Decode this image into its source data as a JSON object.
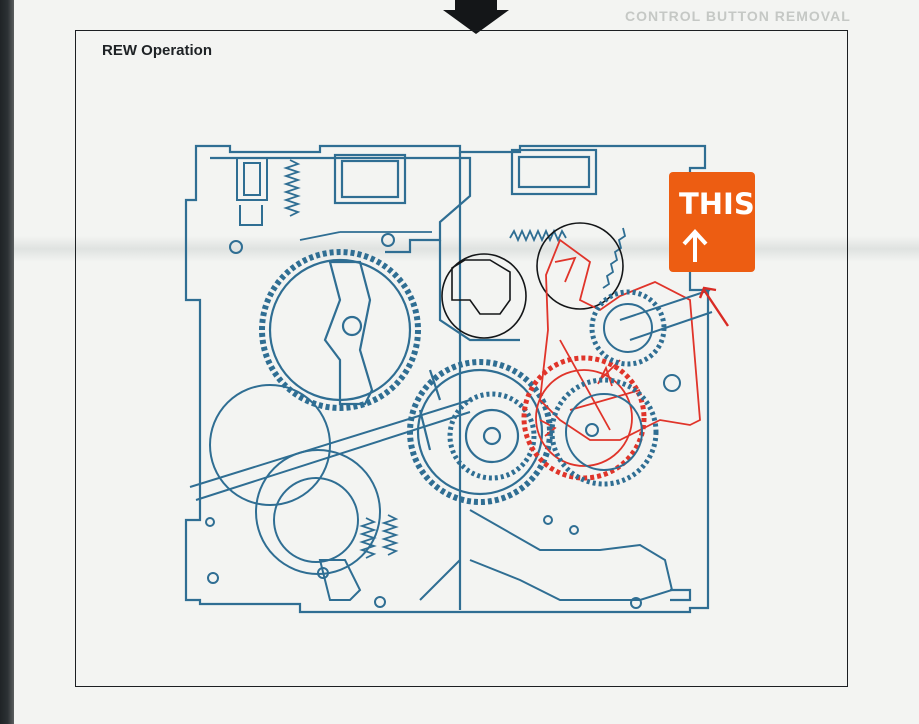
{
  "figure": {
    "title": "REW Operation"
  },
  "annotation": {
    "note_text": "THIS",
    "note_arrow": "up-arrow-icon",
    "note_color": "#ed5d12",
    "pen_color": "#e0342a",
    "drawing_color": "#2f6e93"
  },
  "background": {
    "bleed_heading": "CONTROL BUTTON REMOVAL"
  }
}
